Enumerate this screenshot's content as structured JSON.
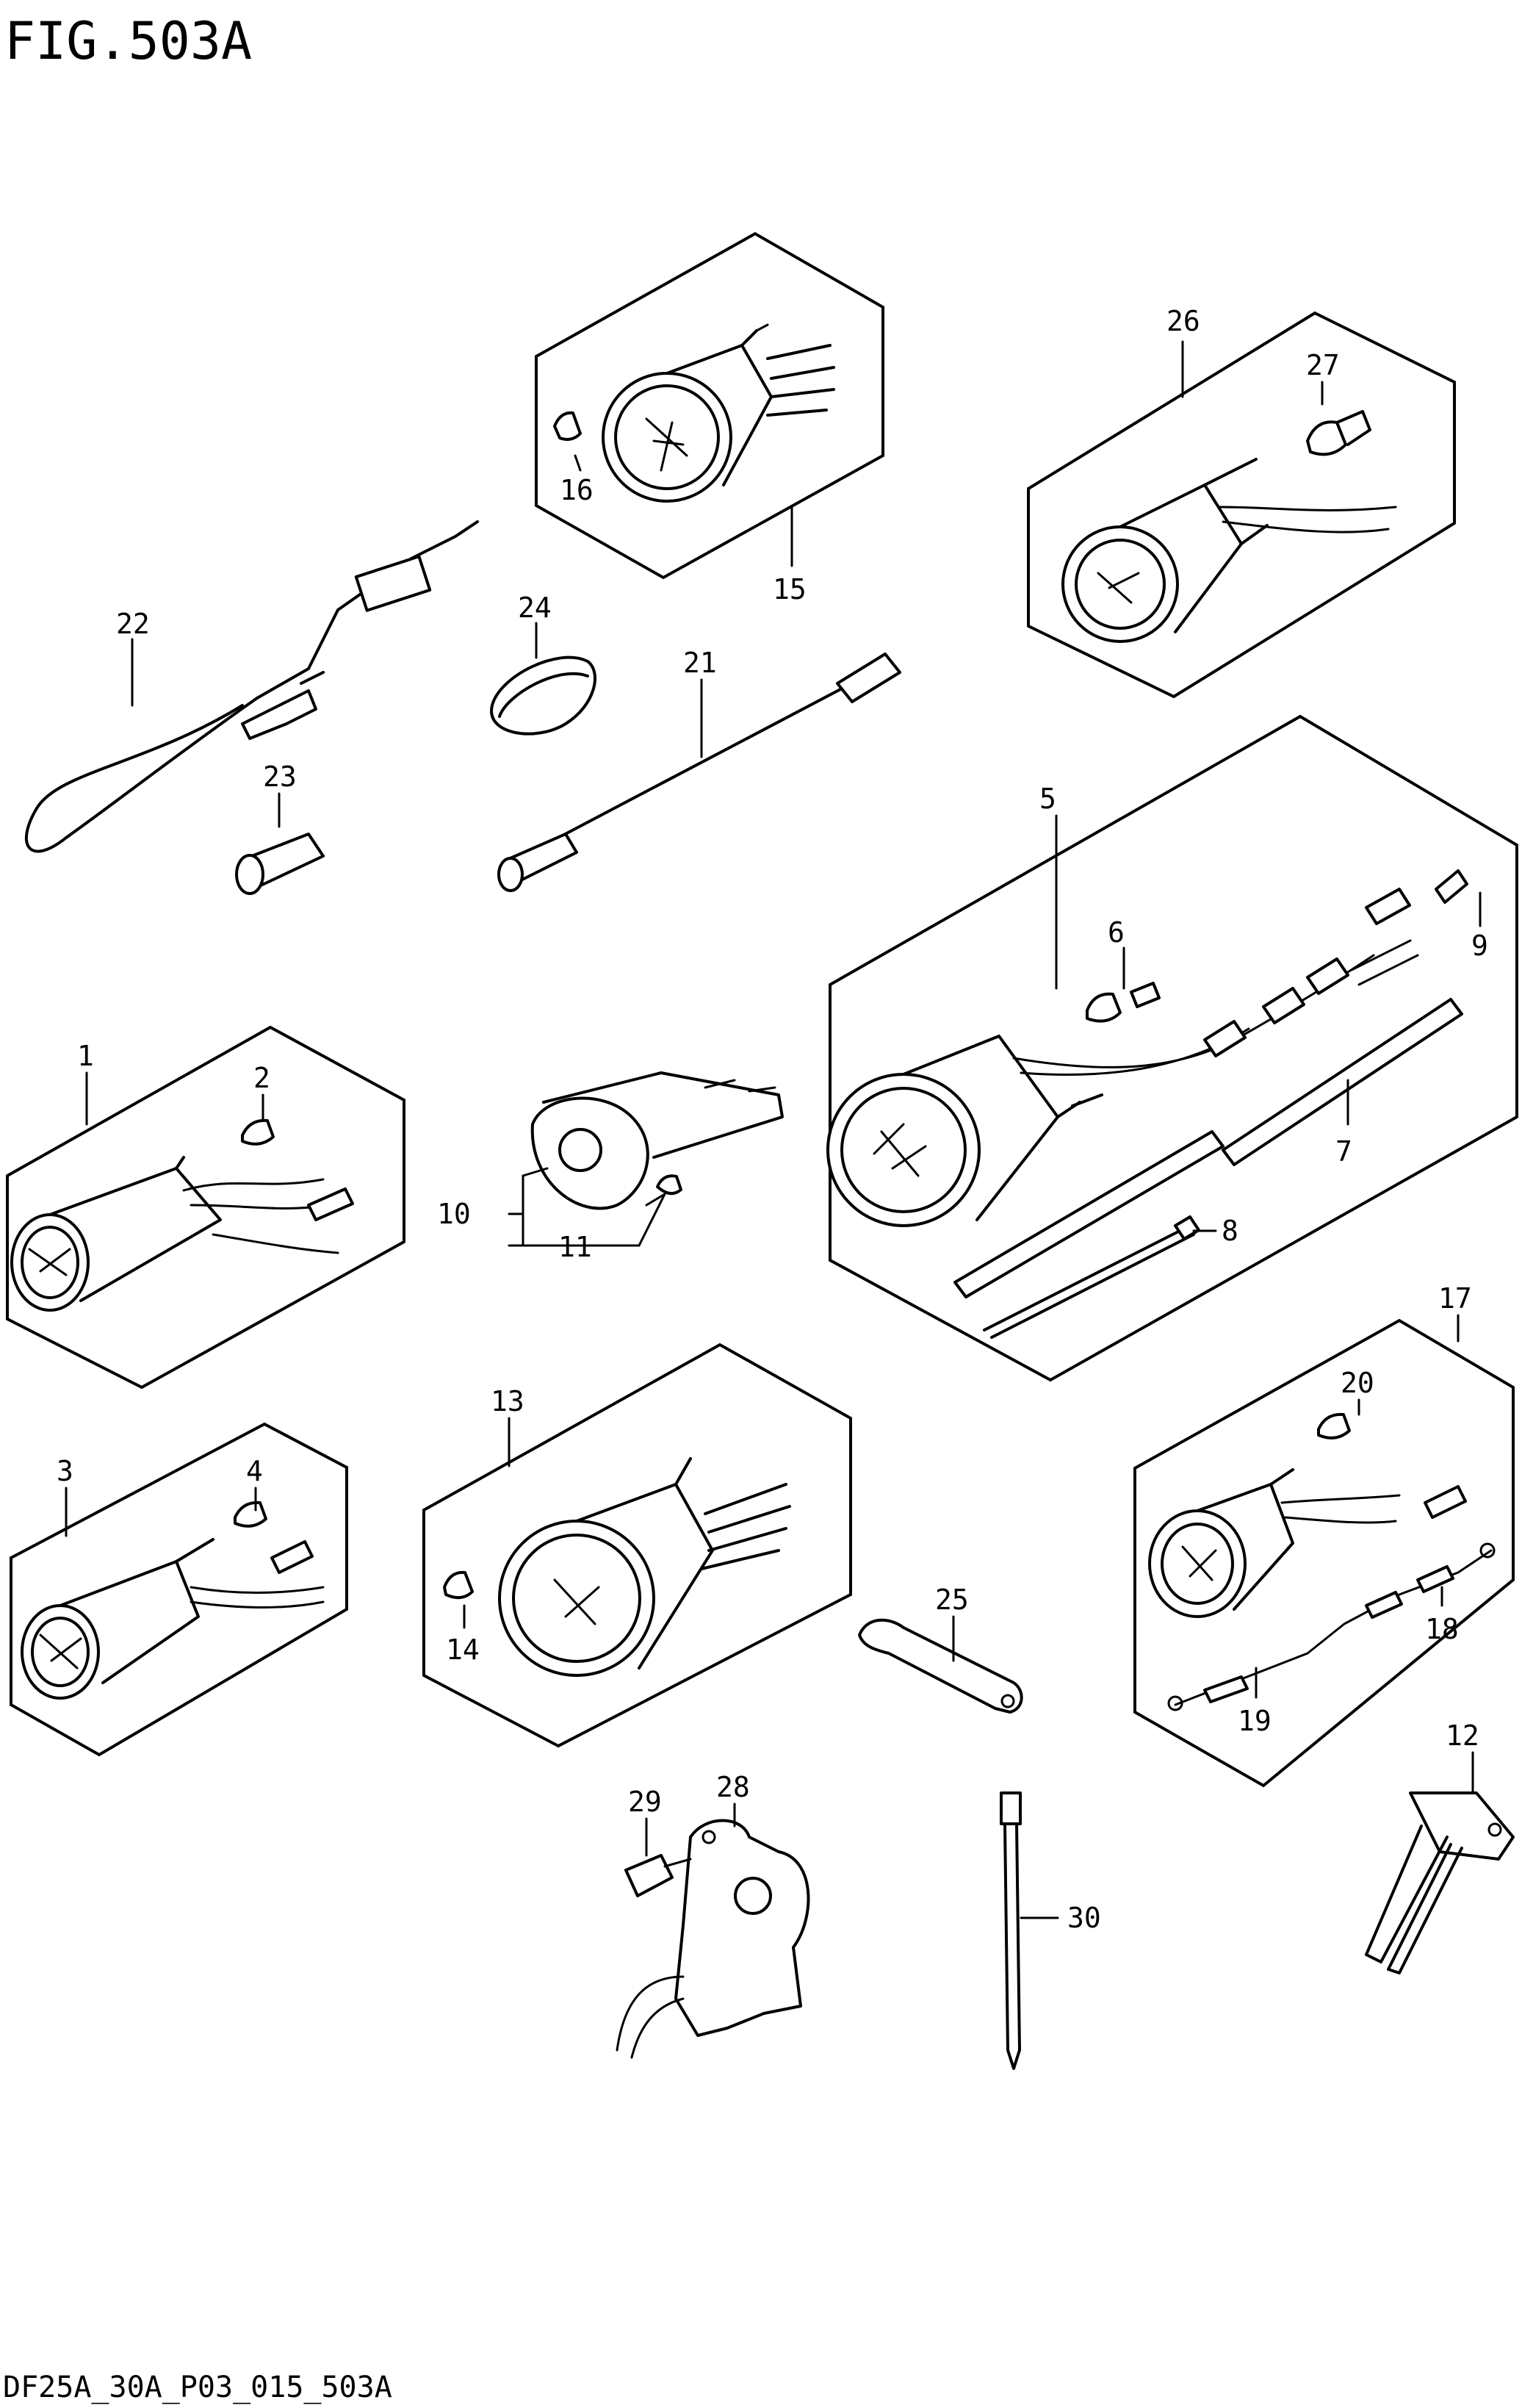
{
  "figure": {
    "title": "FIG.503A",
    "code": "DF25A_30A_P03_015_503A"
  },
  "callouts": {
    "c1": "1",
    "c2": "2",
    "c3": "3",
    "c4": "4",
    "c5": "5",
    "c6": "6",
    "c7": "7",
    "c8": "8",
    "c9": "9",
    "c10": "10",
    "c11": "11",
    "c12": "12",
    "c13": "13",
    "c14": "14",
    "c15": "15",
    "c16": "16",
    "c17": "17",
    "c18": "18",
    "c19": "19",
    "c20": "20",
    "c21": "21",
    "c22": "22",
    "c23": "23",
    "c24": "24",
    "c25": "25",
    "c26": "26",
    "c27": "27",
    "c28": "28",
    "c29": "29",
    "c30": "30"
  }
}
